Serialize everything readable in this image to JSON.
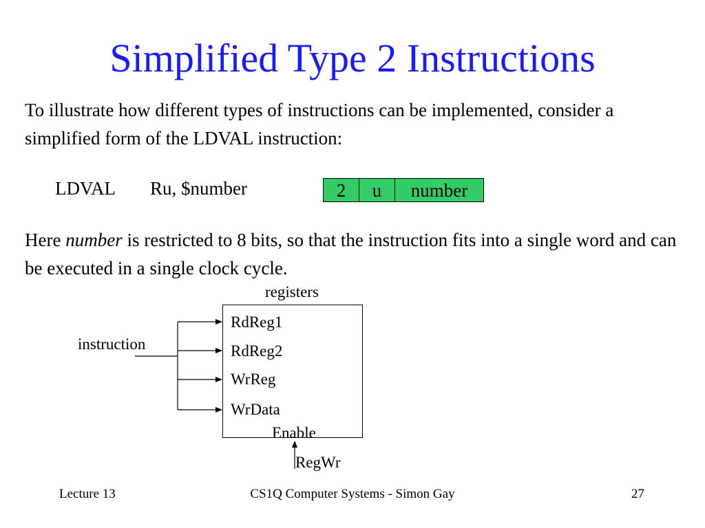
{
  "slide": {
    "title": "Simplified Type 2 Instructions",
    "para1": "To illustrate how different types of instructions can be implemented, consider a simplified form of the LDVAL instruction:",
    "ldval_op": "LDVAL",
    "ldval_args": "Ru, $number",
    "encoding": [
      "2",
      "u",
      "number"
    ],
    "para2_before": "Here ",
    "para2_italic": "number",
    "para2_after": " is restricted to 8 bits, so that the instruction fits into a single word and can be executed in a single clock cycle.",
    "colors": {
      "title": "#1a1aff",
      "encoding_fill": "#33cc66"
    }
  },
  "diagram": {
    "registers_label": "registers",
    "instruction_label": "instruction",
    "ports": [
      "RdReg1",
      "RdReg2",
      "WrReg",
      "WrData"
    ],
    "enable_label": "Enable",
    "regwr_label": "RegWr"
  },
  "footer": {
    "left": "Lecture 13",
    "center": "CS1Q Computer Systems - Simon Gay",
    "right": "27"
  }
}
